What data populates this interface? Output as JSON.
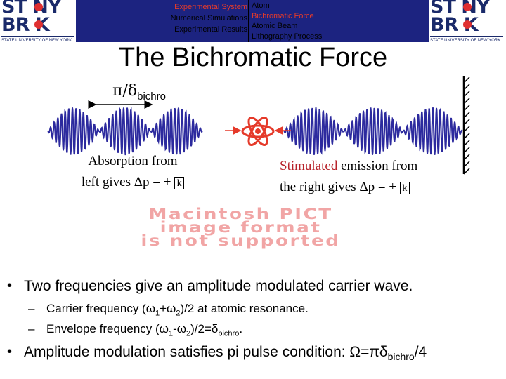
{
  "header": {
    "logo_line1": "ST NY",
    "logo_line2": "BR K",
    "logo_subtitle": "STATE UNIVERSITY OF NEW YORK",
    "nav_left": [
      "Experimental System",
      "Numerical Simulations",
      "Experimental Results"
    ],
    "nav_right": [
      "Atom",
      "Bichromatic Force",
      "Atomic Beam",
      "Lithography Process"
    ],
    "nav_colors": {
      "bar": "#1c2380",
      "active": "#e53a2a",
      "inactive": "#000000"
    }
  },
  "slide": {
    "title": "The Bichromatic Force",
    "period_symbol": "π/δ",
    "period_sub": "bichro",
    "absorption": {
      "line1": "Absorption from",
      "line2_prefix": "left gives ",
      "delta_p": "Δp = + ",
      "k": "k"
    },
    "stimulated": {
      "word": "Stimulated",
      "line1_rest": " emission from",
      "line2_prefix": "the right gives ",
      "delta_p": "Δp = + ",
      "k": "k"
    },
    "pict_placeholder": [
      "Macintosh PICT",
      "image format",
      "is not supported"
    ],
    "bullet1": "Two frequencies give an amplitude modulated carrier wave.",
    "sub1": {
      "a": "Carrier frequency (ω",
      "b": "1",
      "c": "+ω",
      "d": "2",
      "e": ")/2 at atomic resonance."
    },
    "sub2": {
      "a": "Envelope frequency (ω",
      "b": "1",
      "c": "-ω",
      "d": "2",
      "e": ")/2=δ",
      "f": "bichro",
      "g": "."
    },
    "bullet2": {
      "a": "Amplitude modulation satisfies pi pulse condition: Ω=πδ",
      "b": "bichro",
      "c": "/4"
    }
  },
  "colors": {
    "wave": "#2c2a9e",
    "atom": "#e53a2a",
    "stimulated": "#b7222a",
    "text": "#000000"
  },
  "icons": {
    "atom": "atom-icon",
    "mirror": "mirror-icon",
    "arrow": "double-arrow-icon"
  }
}
